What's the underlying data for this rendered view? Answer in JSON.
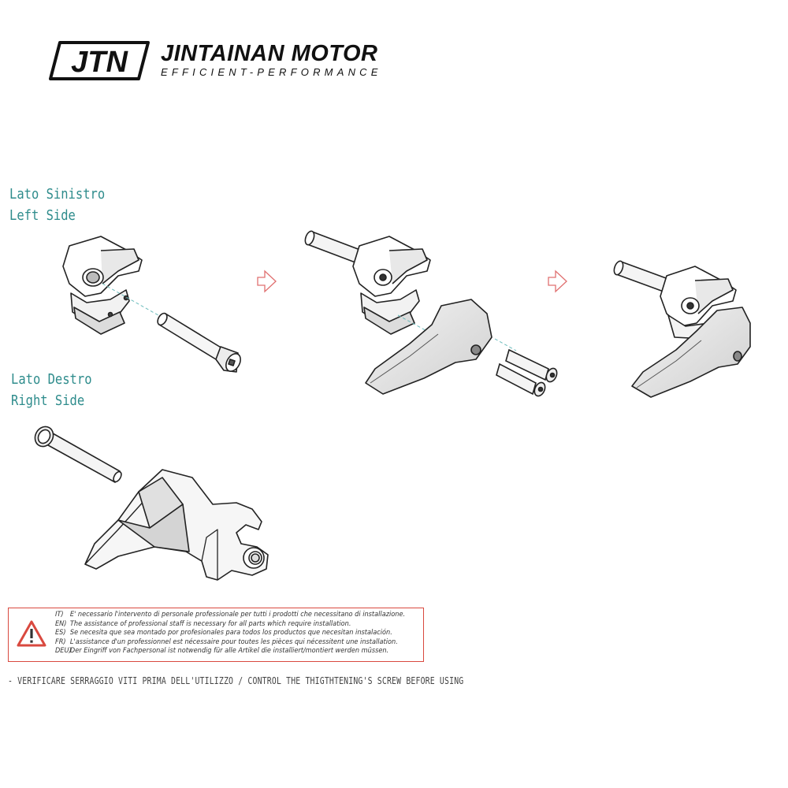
{
  "logo": {
    "badge_text": "JTN",
    "name": "JINTAINAN MOTOR",
    "slogan": "EFFICIENT-PERFORMANCE"
  },
  "left_side": {
    "line1": "Lato Sinistro",
    "line2": "Left Side"
  },
  "right_side": {
    "line1": "Lato Destro",
    "line2": "Right Side"
  },
  "warning": {
    "icon": "warning-triangle-icon",
    "color": "#d9493f",
    "lines": [
      {
        "code": "IT)",
        "text": "E' necessario l'intervento di personale professionale per tutti i prodotti che necessitano di installazione."
      },
      {
        "code": "EN)",
        "text": "The assistance of professional staff is necessary for all parts which require installation."
      },
      {
        "code": "ES)",
        "text": "Se necesita que sea montado por profesionales para todos los productos que necesitan instalación."
      },
      {
        "code": "FR)",
        "text": "L'assistance d'un professionnel est nécessaire pour toutes les pièces qui nécessitent une installation."
      },
      {
        "code": "DEU)",
        "text": "Der Eingriff von Fachpersonal ist notwendig für alle Artikel die installiert/montiert werden müssen."
      }
    ]
  },
  "footnote": "- VERIFICARE SERRAGGIO VITI PRIMA DELL'UTILIZZO / CONTROL THE THIGTHTENING'S SCREW BEFORE USING",
  "arrow_color": "#e07070",
  "label_color": "#2e8c8c"
}
